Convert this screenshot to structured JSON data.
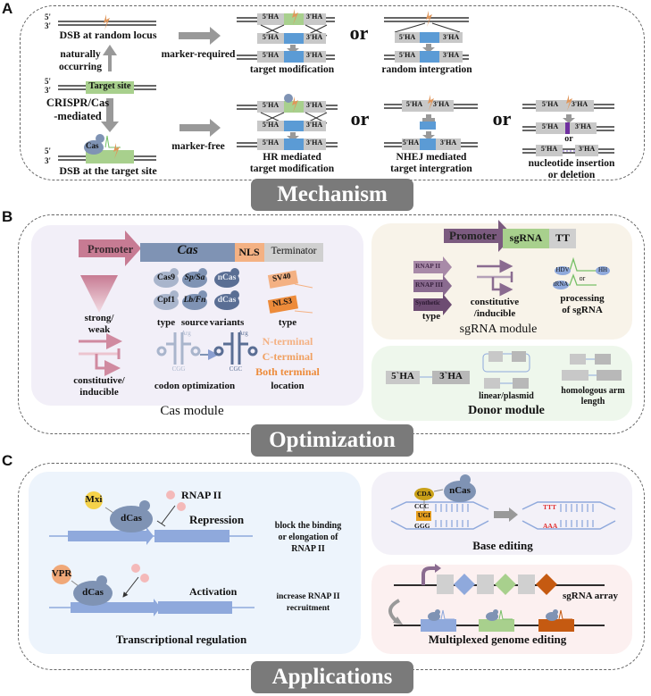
{
  "panels": {
    "A": {
      "letter": "A",
      "tag": "Mechanism"
    },
    "B": {
      "letter": "B",
      "tag": "Optimization"
    },
    "C": {
      "letter": "C",
      "tag": "Applications"
    }
  },
  "mechanism": {
    "strand_5": "5'",
    "strand_3": "3'",
    "dsb_random": "DSB at random locus",
    "naturally": "naturally",
    "occurring": "occurring",
    "target_site": "Target site",
    "crispr": "CRISPR/Cas",
    "mediated": "-mediated",
    "cas": "Cas",
    "dsb_target": "DSB at the target site",
    "marker_required": "marker-required",
    "marker_free": "marker-free",
    "ha5": "5'HA",
    "ha3": "3'HA",
    "or": "or",
    "or_small": "or",
    "target_modification": "target modification",
    "random_integration": "random intergration",
    "hr_line1": "HR mediated",
    "hr_line2": "target modification",
    "nhej_line1": "NHEJ mediated",
    "nhej_line2": "target intergration",
    "indel_line1": "nucleotide insertion",
    "indel_line2": "or deletion"
  },
  "cas_module": {
    "promoter": "Promoter",
    "cas": "Cas",
    "nls": "NLS",
    "terminator": "Terminator",
    "strong_weak_1": "strong/",
    "strong_weak_2": "weak",
    "constitutive_1": "constitutive/",
    "constitutive_2": "inducible",
    "proteins": [
      "Cas9",
      "Sp/Sa",
      "nCas",
      "Cpf1",
      "Lb/Fn",
      "dCas"
    ],
    "col_type": "type",
    "col_source": "source",
    "col_variants": "variants",
    "arg": "Arg",
    "codon_before": "CGG",
    "codon_after": "CGC",
    "codon_optimization": "codon optimization",
    "nls_types": [
      "SV40",
      "NLS3"
    ],
    "nls_type_label": "type",
    "locations": [
      "N-terminal",
      "C-terminal",
      "Both terminal"
    ],
    "location_label": "location",
    "title": "Cas module"
  },
  "sgrna_module": {
    "promoter": "Promoter",
    "sgrna": "sgRNA",
    "tt": "TT",
    "types": [
      "RNAP II",
      "RNAP III",
      "Synthetic"
    ],
    "type_label": "type",
    "constitutive_1": "constitutive",
    "constitutive_2": "/inducible",
    "hdv": "HDV",
    "hh": "HH",
    "trna": "tRNA",
    "or": "or",
    "processing_1": "processing",
    "processing_2": "of sgRNA",
    "title": "sgRNA module"
  },
  "donor_module": {
    "ha5": "5`HA",
    "ha3": "3`HA",
    "linear_plasmid": "linear/plasmid",
    "arm_1": "homologous arm",
    "arm_2": "length",
    "title": "Donor module"
  },
  "transcription": {
    "mxi": "Mxi",
    "vpr": "VPR",
    "dcas": "dCas",
    "rnap": "RNAP II",
    "repression": "Repression",
    "activation": "Activation",
    "block_1": "block the binding",
    "block_2": "or elongation of",
    "block_3": "RNAP II",
    "increase_1": "increase RNAP II",
    "increase_2": "recruitment",
    "title": "Transcriptional regulation"
  },
  "base_editing": {
    "cda": "CDA",
    "ncas": "nCas",
    "ugi": "UGI",
    "ccc": "CCC",
    "ggg": "GGG",
    "ttt": "TTT",
    "aaa": "AAA",
    "title": "Base editing"
  },
  "multiplex": {
    "array": "sgRNA array",
    "title": "Multiplexed genome editing"
  },
  "colors": {
    "green": "#a8d08d",
    "blue": "#5b9bd5",
    "grey_box": "#c8c8c8",
    "arrow_grey": "#999999",
    "bolt": "#e0965a",
    "cas_blue": "#7f93b4",
    "promoter_pink": "#c77b93",
    "nls_orange": "#f4b183",
    "sg_purple": "#7b5a7f",
    "tag_grey": "#7a7a7a",
    "red_text": "#e03030",
    "diamond_orange": "#c55a11"
  }
}
